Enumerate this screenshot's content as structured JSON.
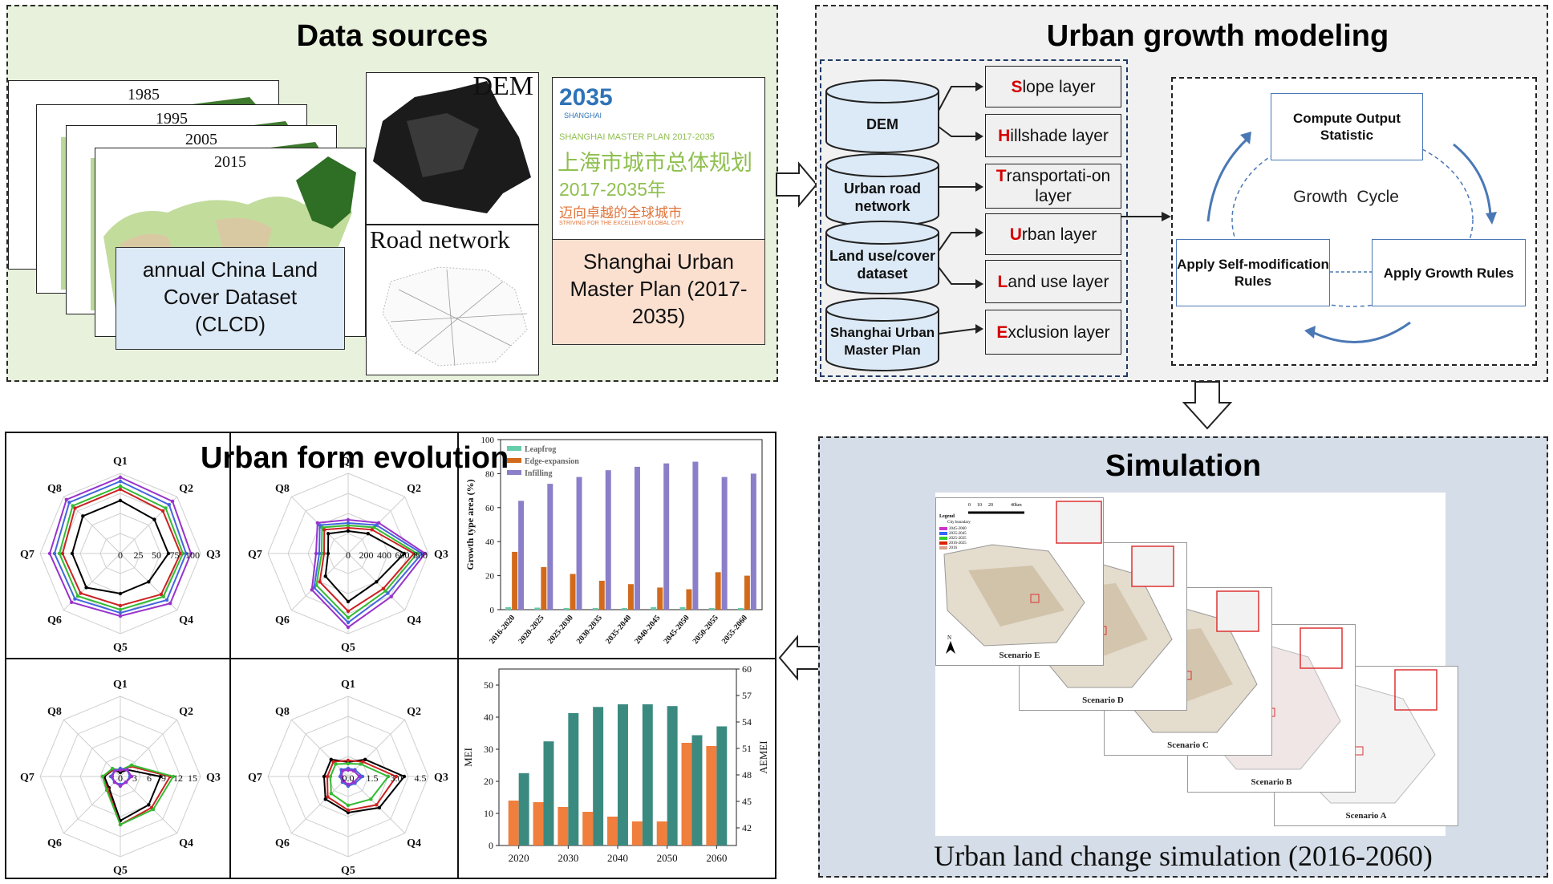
{
  "data_sources": {
    "title": "Data sources",
    "years": [
      "1985",
      "1995",
      "2005",
      "2015"
    ],
    "clcd_label": "annual China Land Cover Dataset (CLCD)",
    "dem_label": "DEM",
    "road_label": "Road network",
    "plan": {
      "logo_year": "2035",
      "logo_city": "SHANGHAI",
      "subtitle_en": "SHANGHAI MASTER PLAN 2017-2035",
      "title_cn": "上海市城市总体规划",
      "years_cn": "2017-2035年",
      "slogan_cn": "迈向卓越的全球城市",
      "slogan_en": "STRIVING FOR THE EXCELLENT GLOBAL CITY",
      "label": "Shanghai Urban Master Plan (2017-2035)"
    }
  },
  "modeling": {
    "title": "Urban growth modeling",
    "inputs": [
      "DEM",
      "Urban road network",
      "Land use/cover dataset",
      "Shanghai Urban Master Plan"
    ],
    "layers": [
      {
        "first": "S",
        "rest": "lope layer"
      },
      {
        "first": "H",
        "rest": "illshade layer"
      },
      {
        "first": "T",
        "rest": "ransportati-on layer"
      },
      {
        "first": "U",
        "rest": "rban layer"
      },
      {
        "first": "L",
        "rest": "and use layer"
      },
      {
        "first": "E",
        "rest": "xclusion layer"
      }
    ],
    "cycle": {
      "center": "Growth  Cycle",
      "compute": "Compute Output Statistic",
      "growth_rules": "Apply Growth Rules",
      "self_mod": "Apply Self-modification Rules"
    }
  },
  "simulation": {
    "title": "Simulation",
    "caption": "Urban land change simulation (2016-2060)",
    "scenarios": [
      "Scenario E",
      "Scenario D",
      "Scenario C",
      "Scenario B",
      "Scenario A"
    ],
    "legend": {
      "title": "Legend",
      "boundary": "City boundary",
      "items": [
        "2045-2060",
        "2035-2045",
        "2025-2035",
        "2016-2025",
        "2016"
      ],
      "colors": [
        "#cc33cc",
        "#3366ff",
        "#33cc33",
        "#dd2200",
        "#d9a08a"
      ],
      "scale": [
        "0",
        "10",
        "20",
        "40km"
      ],
      "north": "N"
    }
  },
  "urban_form": {
    "title": "Urban form evolution",
    "radar_axes": [
      "Q1",
      "Q2",
      "Q3",
      "Q4",
      "Q5",
      "Q6",
      "Q7",
      "Q8"
    ],
    "radar_ticks": [
      [
        "0",
        "25",
        "50",
        "75",
        "100"
      ],
      [
        "0",
        "200",
        "400",
        "600",
        "800"
      ],
      [
        "0",
        "3",
        "6",
        "9",
        "12",
        "15"
      ],
      [
        "0.0",
        "1.5",
        "3.0",
        "4.5"
      ]
    ],
    "series_colors": [
      "#000000",
      "#cc2222",
      "#33bb33",
      "#4466dd",
      "#9933cc"
    ]
  },
  "chart_data": [
    {
      "type": "bar",
      "categories": [
        "2016-2020",
        "2020-2025",
        "2025-2030",
        "2030-2035",
        "2035-2040",
        "2040-2045",
        "2045-2050",
        "2050-2055",
        "2055-2060"
      ],
      "series": [
        {
          "name": "Leapfrog",
          "values": [
            1.5,
            1.2,
            1.0,
            1.0,
            1.0,
            1.5,
            1.5,
            1.0,
            1.0
          ],
          "color": "#66ccaa"
        },
        {
          "name": "Edge-expansion",
          "values": [
            34,
            25,
            21,
            17,
            15,
            13,
            12,
            22,
            20
          ],
          "color": "#d26a1c"
        },
        {
          "name": "Infilling",
          "values": [
            64,
            74,
            78,
            82,
            84,
            86,
            87,
            78,
            80
          ],
          "color": "#8a7fc8"
        }
      ],
      "ylabel": "Growth type area (%)",
      "ylim": [
        0,
        100
      ],
      "yticks": [
        "0",
        "20",
        "40",
        "60",
        "80",
        "100"
      ]
    },
    {
      "type": "bar",
      "categories": [
        "2020",
        "2025",
        "2030",
        "2035",
        "2040",
        "2045",
        "2050",
        "2055",
        "2060"
      ],
      "series": [
        {
          "name": "MEI",
          "axis": "left",
          "values": [
            14,
            13.5,
            12,
            10.5,
            9,
            7.5,
            7.5,
            32,
            31
          ],
          "color": "#f07e3c"
        },
        {
          "name": "AEMEI",
          "axis": "right",
          "values": [
            48.2,
            51.8,
            55,
            55.7,
            56,
            56,
            55.8,
            52.5,
            53.5
          ],
          "color": "#3b8a80"
        }
      ],
      "ylabel": "MEI",
      "y2label": "AEMEI",
      "ylim": [
        0,
        55
      ],
      "y2lim": [
        40,
        60
      ],
      "yticks": [
        "0",
        "10",
        "20",
        "30",
        "40",
        "50"
      ],
      "y2ticks": [
        "42",
        "45",
        "48",
        "51",
        "54",
        "57",
        "60"
      ],
      "xticks": [
        "2020",
        "2030",
        "2040",
        "2050",
        "2060"
      ]
    }
  ]
}
